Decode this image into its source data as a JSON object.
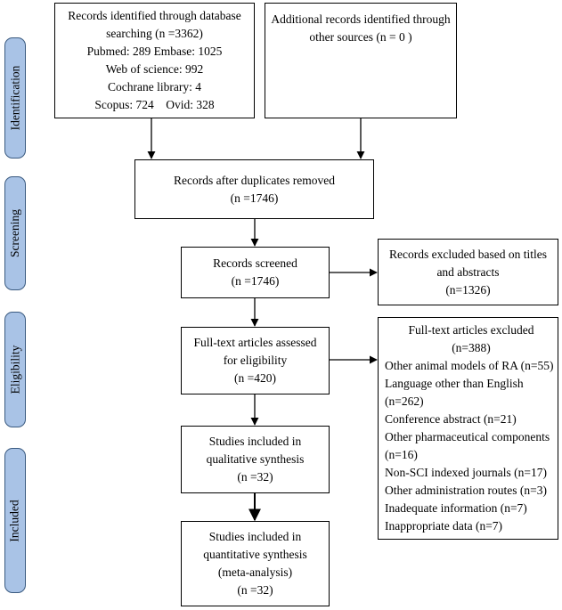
{
  "phases": [
    "Identification",
    "Screening",
    "Eligibility",
    "Included"
  ],
  "identification": {
    "database": [
      "Records identified through database",
      "searching (n =3362)",
      "Pubmed: 289 Embase: 1025",
      "Web of science: 992",
      "Cochrane library: 4",
      "Scopus: 724    Ovid: 328"
    ],
    "other": [
      "Additional records identified through",
      "other sources (n = 0 )"
    ]
  },
  "screening": {
    "duplicates": [
      "Records after duplicates removed",
      "(n =1746)"
    ],
    "screened": [
      "Records screened",
      "(n =1746)"
    ],
    "excluded": [
      "Records excluded based on titles",
      "and abstracts",
      "(n=1326)"
    ]
  },
  "eligibility": {
    "assessed": [
      "Full-text articles assessed",
      "for eligibility",
      "(n =420)"
    ],
    "excluded_title": [
      "Full-text articles excluded",
      "(n=388)"
    ],
    "excluded_reasons": [
      "Other animal models of RA (n=55)",
      "Language other than English",
      "(n=262)",
      "Conference abstract (n=21)",
      "Other pharmaceutical components",
      "(n=16)",
      "Non-SCI indexed journals (n=17)",
      "Other administration routes (n=3)",
      "Inadequate information (n=7)",
      "Inappropriate data (n=7)"
    ]
  },
  "included": {
    "qualitative": [
      "Studies included in",
      "qualitative synthesis",
      "(n =32)"
    ],
    "quantitative": [
      "Studies included in",
      "quantitative synthesis",
      "(meta-analysis)",
      "(n =32)"
    ]
  }
}
